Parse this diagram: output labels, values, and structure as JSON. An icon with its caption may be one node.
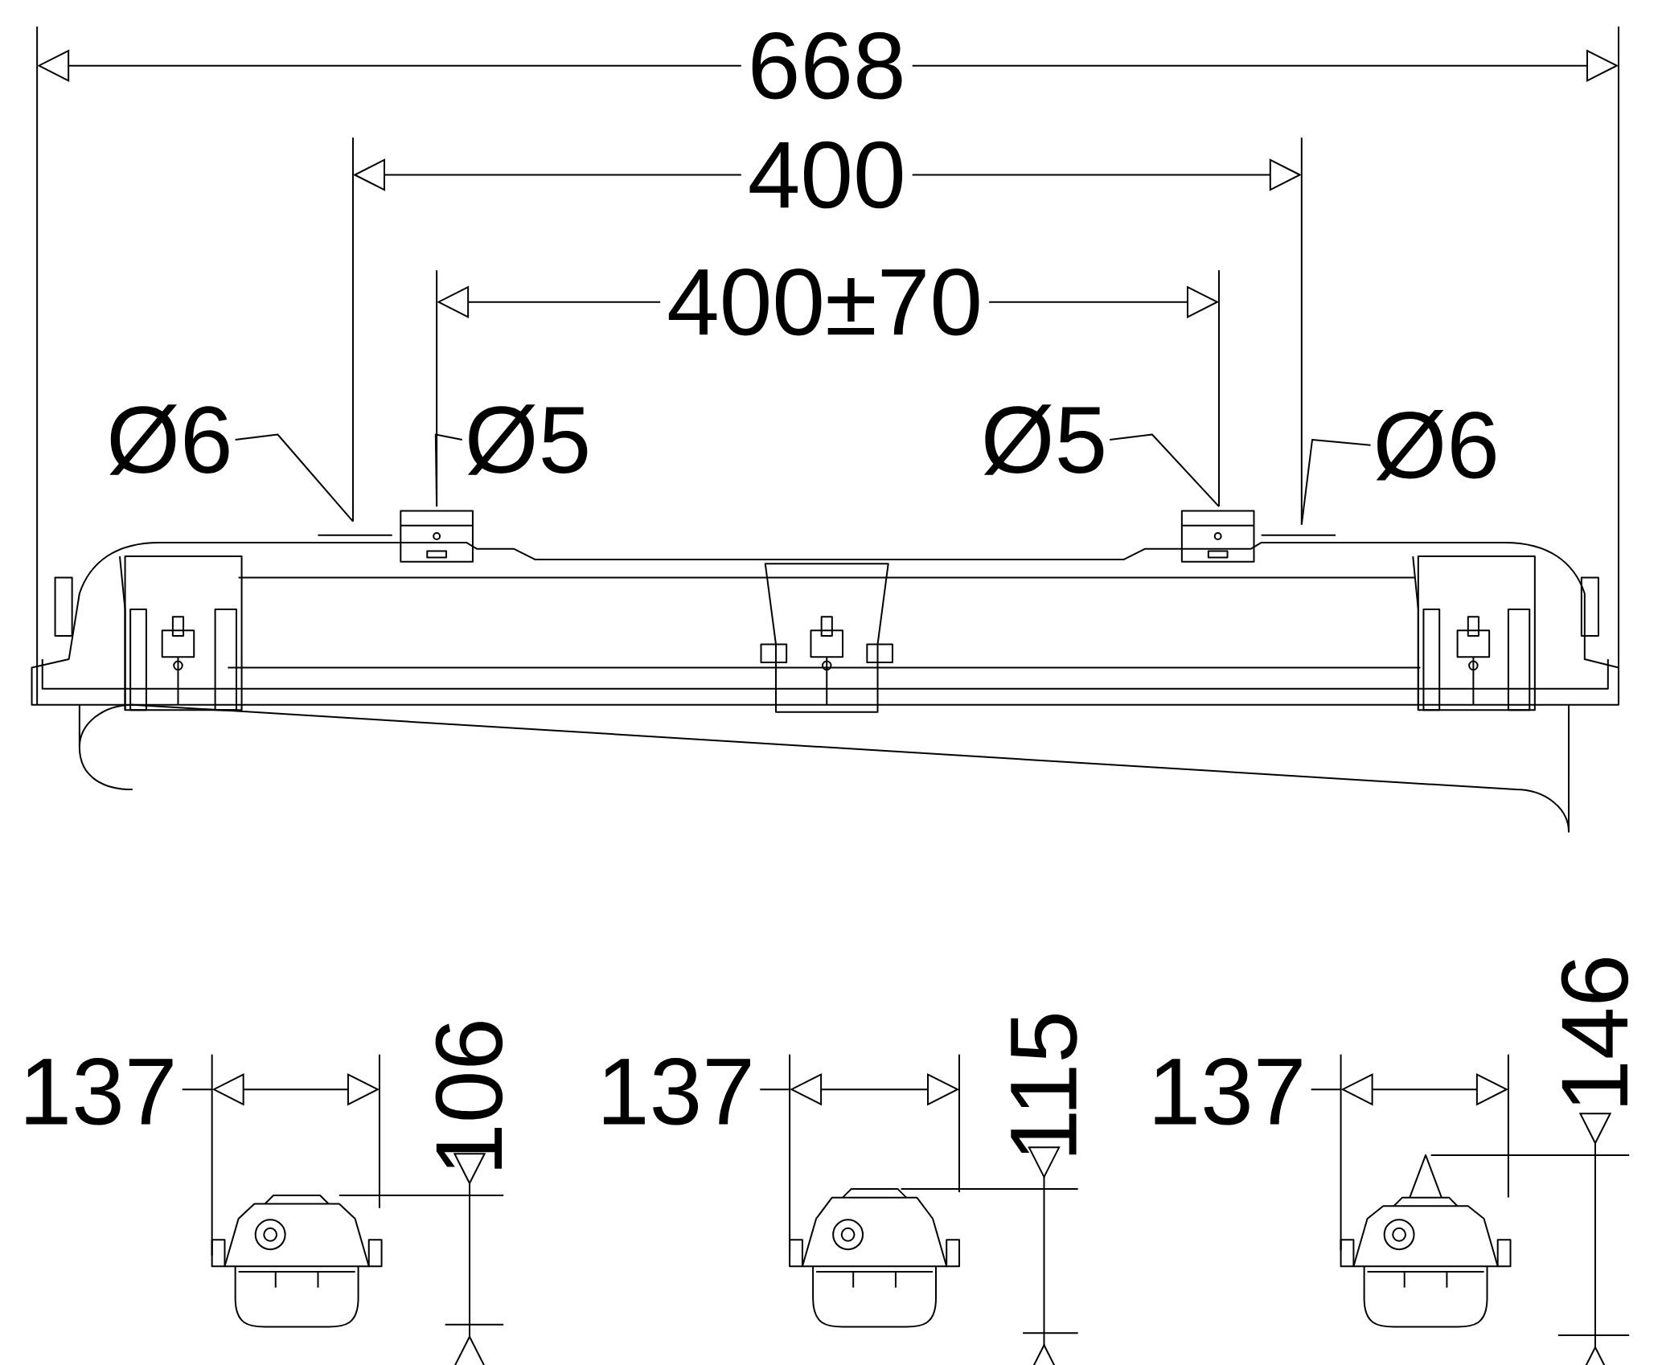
{
  "diagram": {
    "nodes": [
      {
        "text": [
          "Ø6"
        ]
      },
      {
        "text": [
          "Ø5"
        ]
      },
      {
        "text": [
          "Ø5"
        ]
      },
      {
        "text": [
          "Ø6"
        ]
      }
    ],
    "edges": [
      {
        "from": 0,
        "to": null,
        "arrow": "none"
      },
      {
        "from": 1,
        "to": null,
        "arrow": "none"
      },
      {
        "from": 2,
        "to": null,
        "arrow": "none"
      },
      {
        "from": 3,
        "to": null,
        "arrow": "none"
      }
    ],
    "labels": [
      "668",
      "400",
      "400±70",
      "137",
      "106",
      "137",
      "115",
      "137",
      "146"
    ]
  }
}
